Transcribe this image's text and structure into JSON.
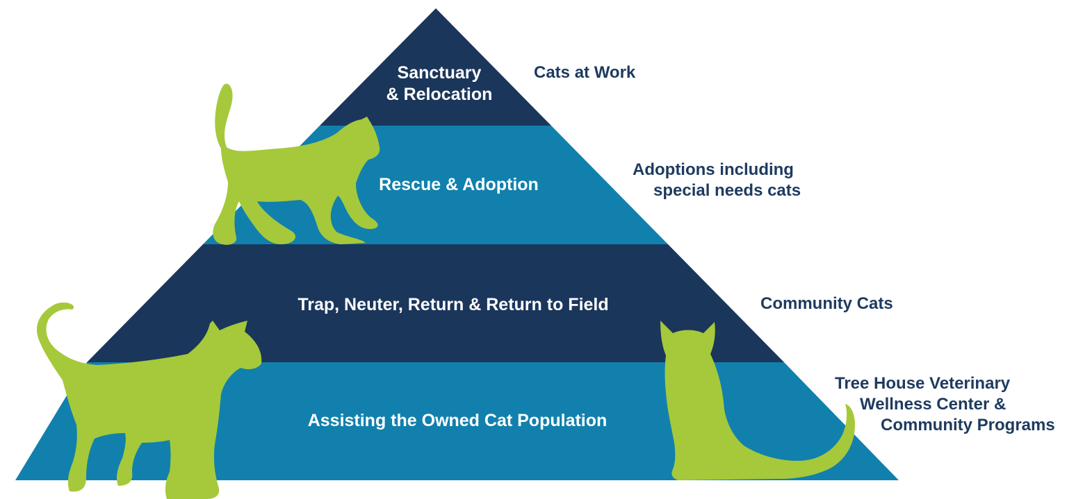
{
  "colors": {
    "dark_navy": "#1b365b",
    "teal_blue": "#1180ad",
    "cat_green": "#a5c93a",
    "label_text": "#1e3a5f",
    "background": "#ffffff"
  },
  "pyramid": {
    "tiers": [
      {
        "label_lines": [
          "Sanctuary",
          "& Relocation"
        ],
        "side_lines": [
          "Cats at Work"
        ]
      },
      {
        "label_lines": [
          "Rescue & Adoption"
        ],
        "side_lines": [
          "Adoptions including",
          "special needs cats"
        ]
      },
      {
        "label_lines": [
          "Trap, Neuter, Return & Return to Field"
        ],
        "side_lines": [
          "Community Cats"
        ]
      },
      {
        "label_lines": [
          "Assisting the Owned Cat Population"
        ],
        "side_lines": [
          "Tree House Veterinary",
          "Wellness Center &",
          "Community Programs"
        ]
      }
    ]
  },
  "icons": [
    "walking-cat-icon",
    "standing-cat-icon",
    "sitting-cat-icon"
  ]
}
